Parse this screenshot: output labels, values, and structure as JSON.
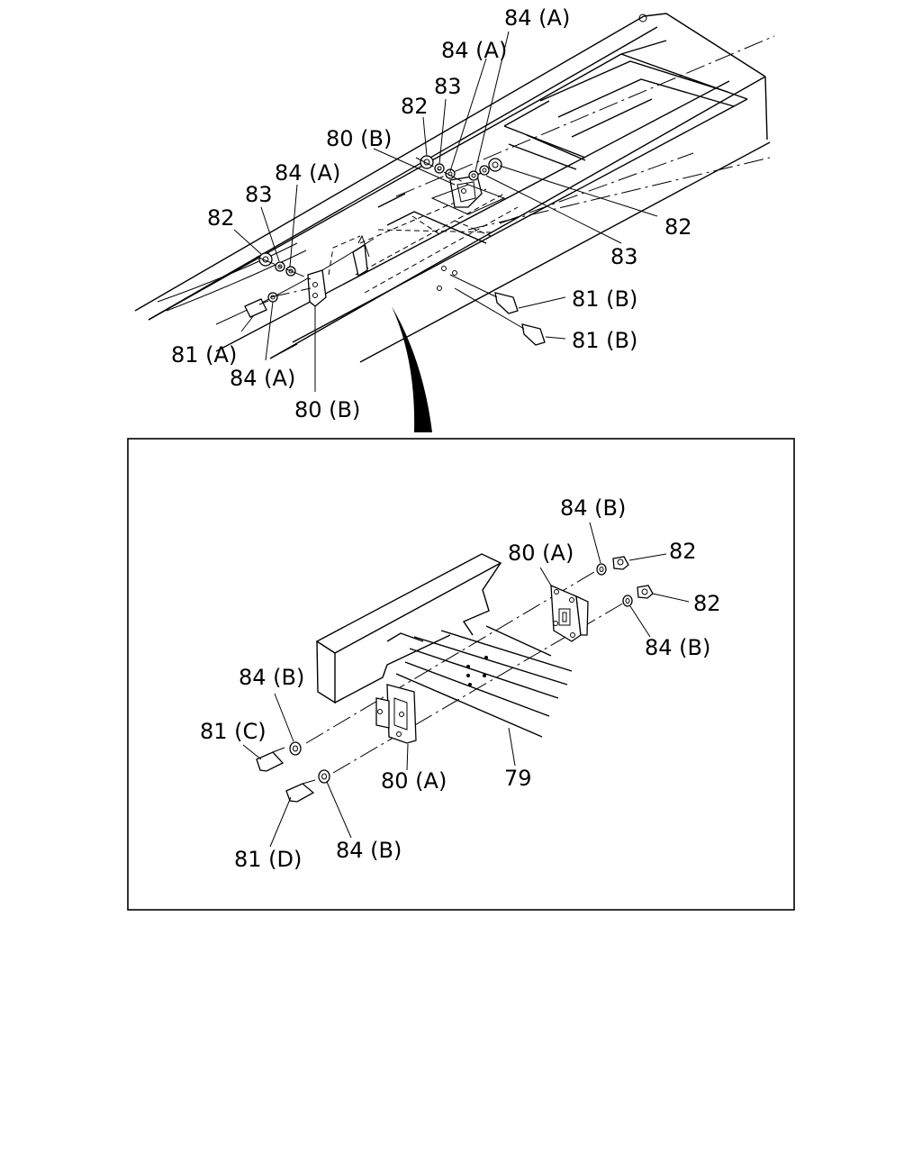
{
  "labels": {
    "top_84a_1": "84 (A)",
    "top_84a_2": "84 (A)",
    "top_83_1": "83",
    "top_82_1": "82",
    "top_80b_1": "80 (B)",
    "top_84a_3": "84 (A)",
    "top_83_2": "83",
    "top_82_2": "82",
    "top_82_3": "82",
    "top_83_3": "83",
    "top_81b_1": "81 (B)",
    "top_81b_2": "81 (B)",
    "top_81a": "81 (A)",
    "top_84a_4": "84 (A)",
    "top_80b_2": "80 (B)",
    "det_84b_1": "84 (B)",
    "det_80a_1": "80 (A)",
    "det_82_1": "82",
    "det_82_2": "82",
    "det_84b_2": "84 (B)",
    "det_84b_3": "84 (B)",
    "det_81c": "81 (C)",
    "det_81d": "81 (D)",
    "det_84b_4": "84 (B)",
    "det_80a_2": "80 (A)",
    "det_79": "79"
  }
}
